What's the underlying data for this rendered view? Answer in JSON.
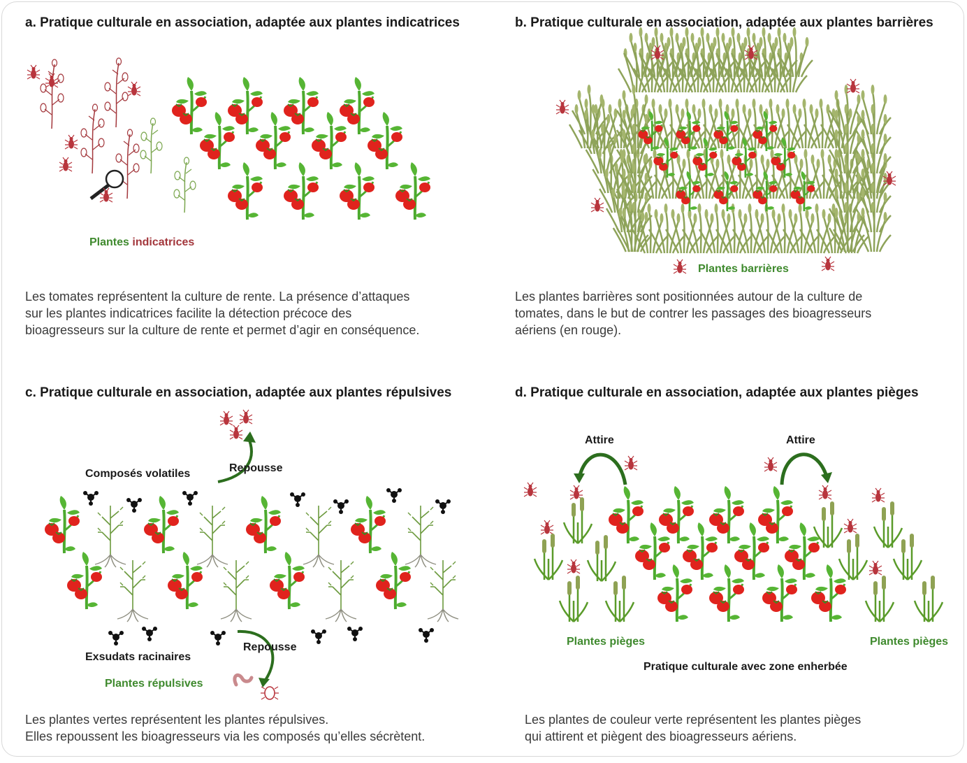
{
  "colors": {
    "tomato_red": "#e0231d",
    "stem_green": "#4caa2e",
    "label_green": "#3f8a2e",
    "indicator_red": "#a3373c",
    "barrier_olive": "#8ea35a",
    "pest_red": "#b8353d"
  },
  "panels": {
    "a": {
      "title": "a. Pratique culturale en association, adaptée aux plantes indicatrices",
      "label_part1": "Plantes",
      "label_part2": "indicatrices",
      "desc": [
        "Les tomates représentent la culture de rente. La présence d’attaques",
        "sur les plantes indicatrices facilite la détection précoce des",
        "bioagresseurs sur la culture de rente et permet d’agir en conséquence."
      ],
      "icons": [
        "tomato-plant-icon",
        "indicator-plant-icon",
        "magnifier-icon",
        "pest-icon"
      ]
    },
    "b": {
      "title": "b. Pratique culturale en association, adaptée aux plantes barrières",
      "label": "Plantes barrières",
      "desc": [
        "Les plantes barrières sont positionnées autour de la culture de",
        "tomates, dans le but de contrer les passages des bioagresseurs",
        "aériens (en rouge)."
      ],
      "icons": [
        "tomato-plant-icon",
        "barrier-grass-icon",
        "pest-icon"
      ]
    },
    "c": {
      "title": "c. Pratique culturale en association, adaptée aux plantes répulsives",
      "volatiles_label": "Composés volatiles",
      "exudats_label": "Exsudats racinaires",
      "repulse_top": "Repousse",
      "repulse_bottom": "Repousse",
      "plants_label": "Plantes répulsives",
      "desc": [
        "Les plantes vertes représentent les plantes répulsives.",
        "Elles repoussent les bioagresseurs via les composés qu’elles sécrètent."
      ],
      "icons": [
        "tomato-plant-icon",
        "repellent-plant-icon",
        "molecule-icon",
        "worm-icon",
        "nematode-icon",
        "pest-icon"
      ]
    },
    "d": {
      "title": "d. Pratique culturale en association, adaptée aux plantes pièges",
      "attire_left": "Attire",
      "attire_right": "Attire",
      "trap_left": "Plantes pièges",
      "trap_right": "Plantes pièges",
      "zone_label": "Pratique culturale avec zone enherbée",
      "desc": [
        "Les plantes de couleur verte représentent les plantes pièges",
        "qui attirent et piègent des bioagresseurs aériens."
      ],
      "icons": [
        "tomato-plant-icon",
        "cattail-plant-icon",
        "pest-icon",
        "curved-arrow-icon"
      ]
    }
  }
}
